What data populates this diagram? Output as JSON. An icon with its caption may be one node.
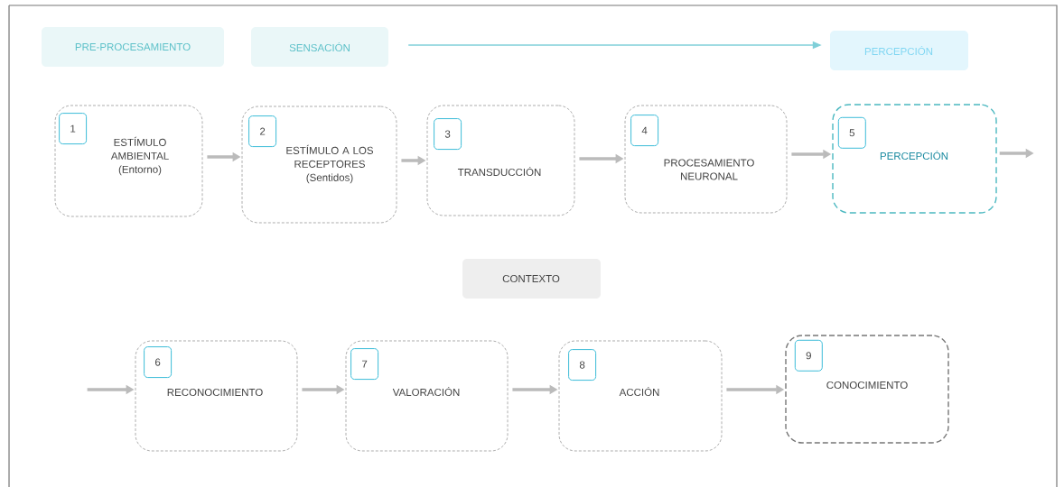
{
  "diagram": {
    "nodes": [
      {
        "text": [
          "PRE-PROCESAMIENTO"
        ]
      },
      {
        "text": [
          "SENSACIÓN"
        ]
      },
      {
        "text": [
          "PERCEPCIÓN"
        ]
      },
      {
        "text": [
          "CONTEXTO"
        ]
      },
      {
        "text": [
          "ESTÍMULO AMBIENTAL (Entorno)"
        ]
      },
      {
        "text": [
          "1"
        ],
        "in": 4
      },
      {
        "text": [
          "ESTÍMULO A LOS RECEPTORES (Sentidos)"
        ]
      },
      {
        "text": [
          "2"
        ],
        "in": 6
      },
      {
        "text": [
          "TRANSDUCCIÓN"
        ]
      },
      {
        "text": [
          "3"
        ],
        "in": 8
      },
      {
        "text": [
          "PROCESAMIENTO NEURONAL"
        ]
      },
      {
        "text": [
          "4"
        ],
        "in": 10
      },
      {
        "text": [
          "PERCEPCIÓN"
        ]
      },
      {
        "text": [
          "5"
        ],
        "in": 12
      },
      {
        "text": [
          "RECONOCIMIENTO"
        ]
      },
      {
        "text": [
          "6"
        ],
        "in": 14
      },
      {
        "text": [
          "VALORACIÓN"
        ]
      },
      {
        "text": [
          "7"
        ],
        "in": 16
      },
      {
        "text": [
          "ACCIÓN"
        ]
      },
      {
        "text": [
          "8"
        ],
        "in": 18
      },
      {
        "text": [
          "CONOCIMIENTO"
        ]
      },
      {
        "text": [
          "9"
        ],
        "in": 20
      }
    ],
    "edges": [
      {
        "from": 1,
        "to": 2,
        "arrow": "to",
        "color": "#7fcfd8"
      },
      {
        "from": 4,
        "to": 6,
        "arrow": "to"
      },
      {
        "from": 6,
        "to": 8,
        "arrow": "to"
      },
      {
        "from": 8,
        "to": 10,
        "arrow": "to"
      },
      {
        "from": 10,
        "to": 12,
        "arrow": "to"
      },
      {
        "from": 12,
        "to": null,
        "arrow": "to"
      },
      {
        "from": null,
        "to": 14,
        "arrow": "to"
      },
      {
        "from": 14,
        "to": 16,
        "arrow": "to"
      },
      {
        "from": 16,
        "to": 18,
        "arrow": "to"
      },
      {
        "from": 18,
        "to": 20,
        "arrow": "to"
      }
    ]
  }
}
